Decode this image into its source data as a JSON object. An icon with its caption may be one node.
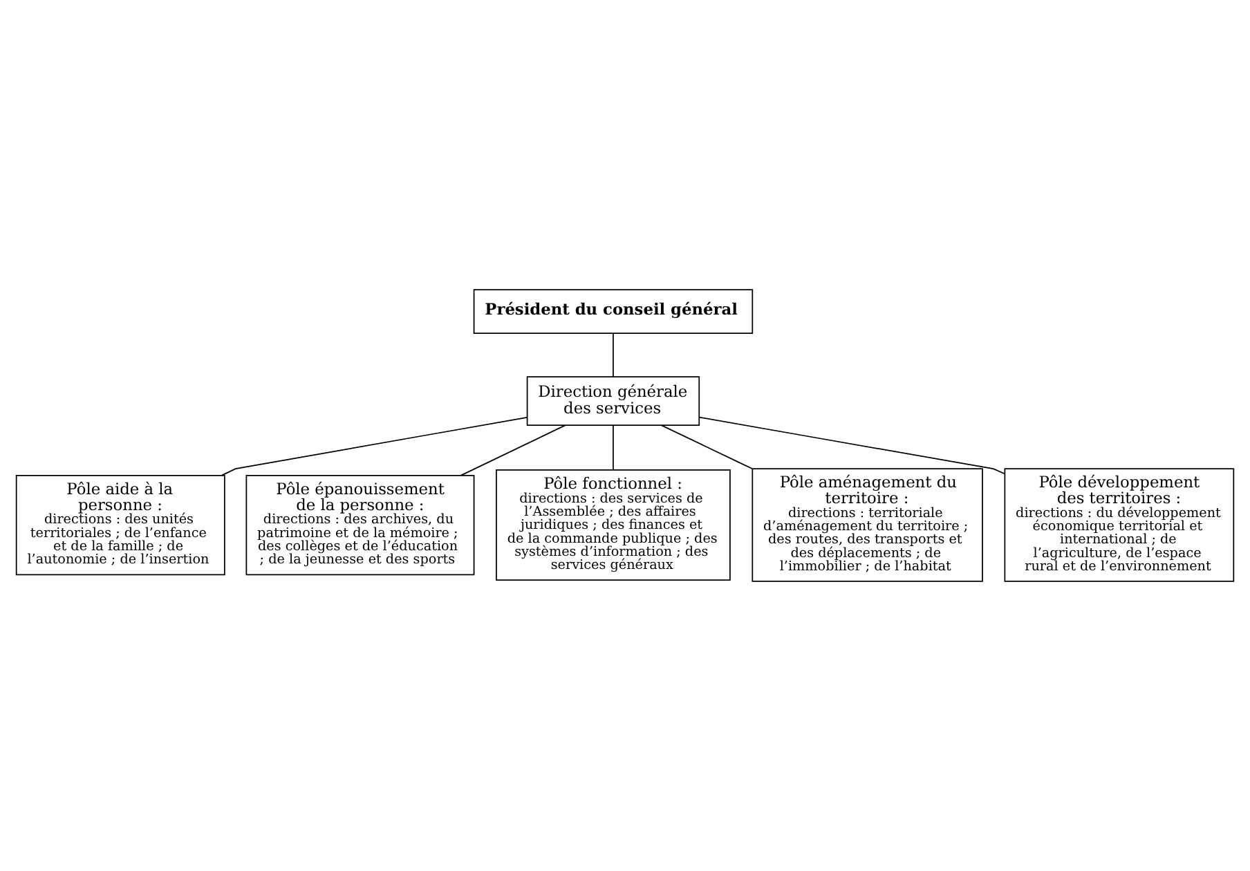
{
  "diagram": {
    "nodes": [
      {
        "text": [
          "Président du conseil général"
        ]
      },
      {
        "text": [
          "Direction générale des services"
        ]
      },
      {
        "text": [
          "Pôle aide à la personne :",
          "directions : des unités territoriales ; de l’enfance et de la famille ; de l’autonomie ; de l’insertion"
        ]
      },
      {
        "text": [
          "Pôle épanouissement de la personne :",
          "directions : des archives, du patrimoine et de la mémoire ; des collèges et de l’éducation ; de la jeunesse et des sports"
        ]
      },
      {
        "text": [
          "Pôle fonctionnel :",
          "directions : des services de l’Assemblée ; des affaires juridiques ; des finances et de la commande publique ; des systèmes d’information ; des services généraux"
        ]
      },
      {
        "text": [
          "Pôle aménagement du territoire :",
          "directions : territoriale d’aménagement du territoire ; des routes, des transports et des déplacements ; de l’immobilier ; de l’habitat"
        ]
      },
      {
        "text": [
          "Pôle développement des territoires :",
          "directions : du développement économique territorial et international ; de l’agriculture, de l’espace rural et de l’environnement"
        ]
      }
    ],
    "edges": [
      {
        "from": 0,
        "to": 1,
        "arrow": "none"
      },
      {
        "from": 1,
        "to": 2,
        "arrow": "none"
      },
      {
        "from": 1,
        "to": 3,
        "arrow": "none"
      },
      {
        "from": 1,
        "to": 4,
        "arrow": "none"
      },
      {
        "from": 1,
        "to": 5,
        "arrow": "none"
      },
      {
        "from": 1,
        "to": 6,
        "arrow": "none"
      }
    ]
  }
}
